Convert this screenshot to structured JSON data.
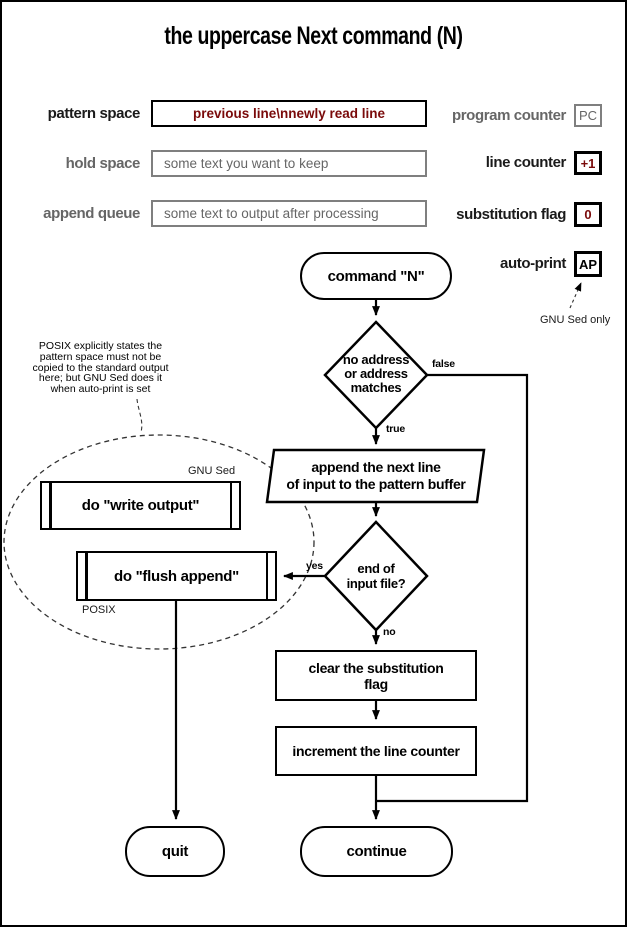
{
  "title": "the uppercase Next command (N)",
  "registers": {
    "left": [
      {
        "label": "pattern space",
        "value": "previous line\\nnewly read line"
      },
      {
        "label": "hold space",
        "value": "some text you want to keep"
      },
      {
        "label": "append queue",
        "value": "some text to output after processing"
      }
    ],
    "right": [
      {
        "label": "program counter",
        "value": "PC"
      },
      {
        "label": "line counter",
        "value": "+1"
      },
      {
        "label": "substitution flag",
        "value": "0"
      },
      {
        "label": "auto-print",
        "value": "AP"
      }
    ],
    "ap_note": "GNU Sed only"
  },
  "annotation": {
    "lines": [
      "POSIX explicitly states the",
      "pattern space must not be",
      "copied to the standard output",
      "here; but GNU Sed does it",
      "when auto-print is set"
    ]
  },
  "flow": {
    "start": "command \"N\"",
    "d1": [
      "no address",
      "or address",
      "matches"
    ],
    "d1_true": "true",
    "d1_false": "false",
    "io": [
      "append the next line",
      "of input to the pattern buffer"
    ],
    "d2": [
      "end of",
      "input file?"
    ],
    "d2_yes": "yes",
    "d2_no": "no",
    "p1": [
      "clear the substitution",
      "flag"
    ],
    "p2": "increment the line counter",
    "gnu_tag": "GNU Sed",
    "gnu_box": "do \"write output\"",
    "posix_tag": "POSIX",
    "posix_box": "do \"flush append\"",
    "quit": "quit",
    "continue": "continue"
  },
  "colors": {
    "accent": "#7a0a0a",
    "muted": "#666666",
    "muted_border": "#7f7f7f",
    "line": "#000000"
  }
}
